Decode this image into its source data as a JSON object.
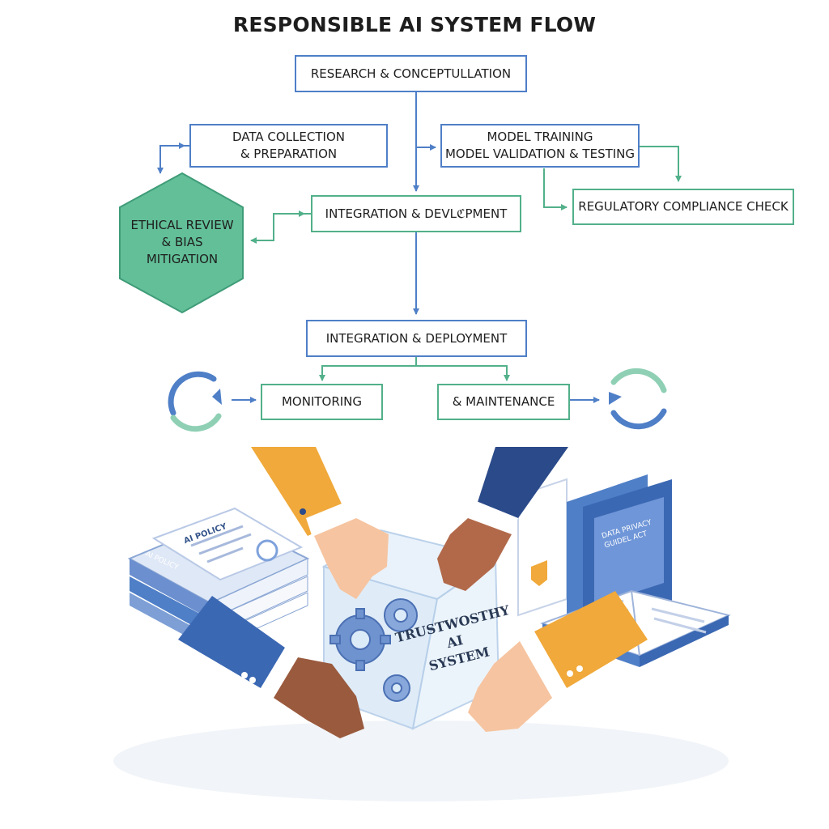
{
  "title": "RESPONSIBLE AI SYSTEM FLOW",
  "nodes": {
    "research": "RESEARCH & CONCEPTULLATION",
    "data_line1": "DATA COLLECTION",
    "data_line2": "& PREPARATION",
    "model_line1": "MODEL TRAINING",
    "model_line2": "MODEL VALIDATION & TESTING",
    "regulatory": "REGULATORY COMPLIANCE CHECK",
    "ethical_line1": "ETHICAL REVIEW",
    "ethical_line2": "& BIAS",
    "ethical_line3": "MITIGATION",
    "integration_dev": "INTEGRATION & DEVLℭPMENT",
    "integration_dep": "INTEGRATION & DEPLOYMENT",
    "monitoring": "MONITORING",
    "maintenance": "& MAINTENANCE"
  },
  "illustration": {
    "cube_line1": "TRUSTWOSTHY",
    "cube_line2": "AI",
    "cube_line3": "SYSTEM",
    "policy_doc": "AI POLICY",
    "policy_spine": "AI POLICY",
    "privacy_line1": "DATA PRIVACY",
    "privacy_line2": "GUIDEL ACT"
  },
  "colors": {
    "blue": "#4f7fc7",
    "green": "#52b08a",
    "hex_fill": "#62bf98",
    "navy": "#2b4a8a",
    "orange": "#f0a93a"
  }
}
